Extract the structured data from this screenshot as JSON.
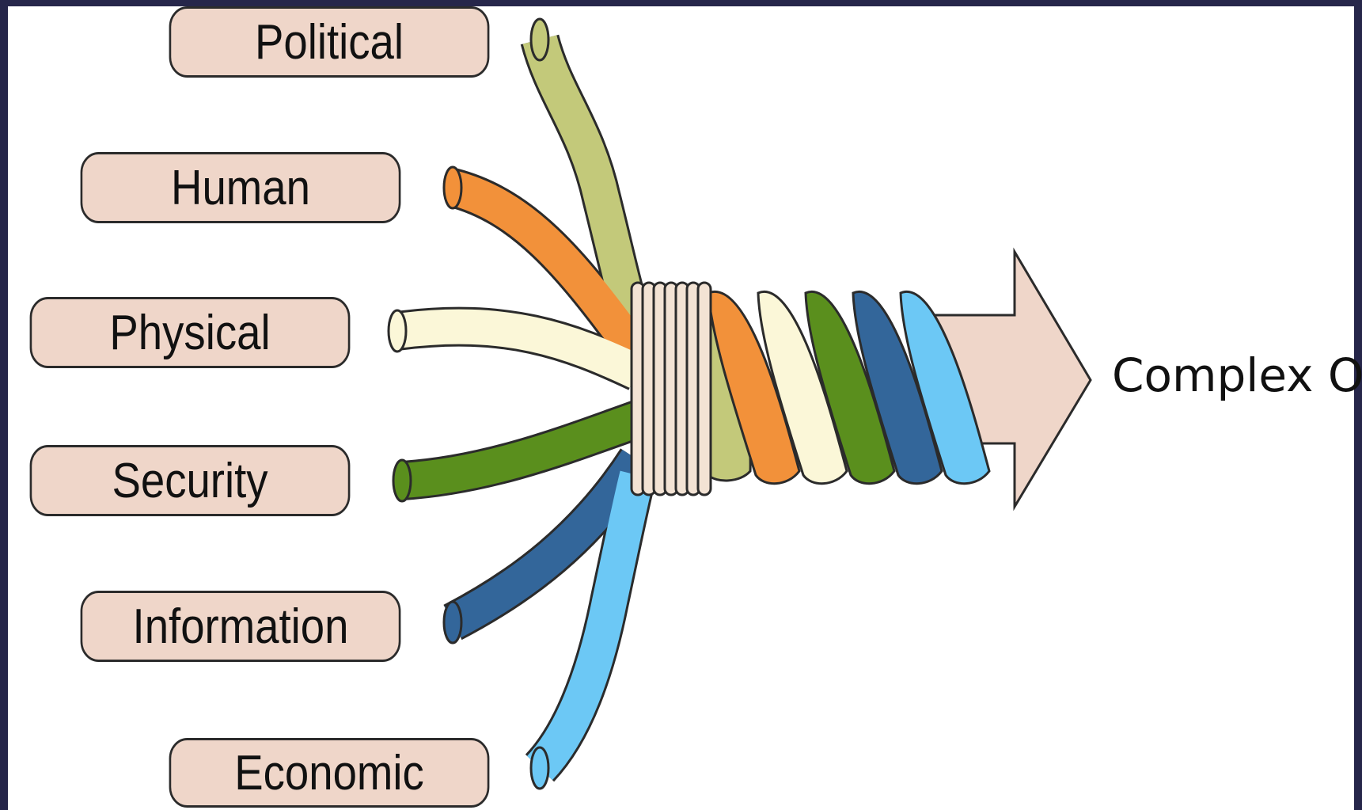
{
  "diagram": {
    "strands": [
      {
        "label": "Political",
        "color": "#c3c97a"
      },
      {
        "label": "Human",
        "color": "#f2913a"
      },
      {
        "label": "Physical",
        "color": "#fbf7d8"
      },
      {
        "label": "Security",
        "color": "#5a8f1d"
      },
      {
        "label": "Information",
        "color": "#33669a"
      },
      {
        "label": "Economic",
        "color": "#6cc8f5"
      }
    ],
    "result_label": "Complex OE",
    "colors": {
      "pill_fill": "#efd6c9",
      "arrow_fill": "#efd6c9",
      "binding_fill": "#f3e3d4",
      "outline": "#2b2b2b"
    }
  }
}
